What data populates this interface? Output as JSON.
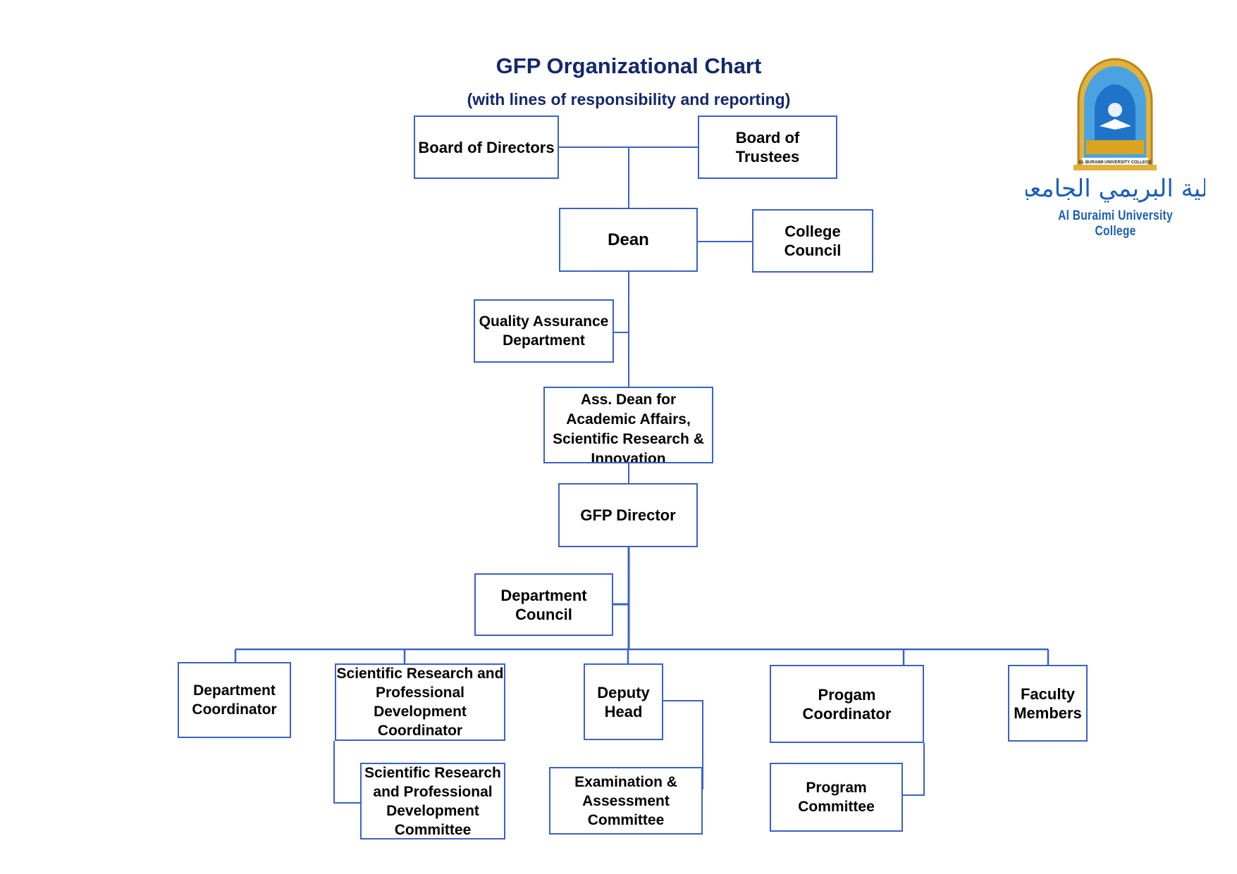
{
  "header": {
    "title": "GFP Organizational Chart",
    "subtitle": "(with lines of responsibility and reporting)"
  },
  "logo": {
    "arabic_name": "كلية البريمي الجامعية",
    "english_name": "Al Buraimi University College",
    "emblem_text": "AL BURAIMI UNIVERSITY COLLEGE"
  },
  "colors": {
    "title": "#13286b",
    "line": "#3a62c4",
    "logo_blue": "#1a5fb4",
    "logo_gold": "#d9a520"
  },
  "nodes": {
    "board_directors": "Board of Directors",
    "board_trustees": "Board of Trustees",
    "dean": "Dean",
    "college_council": "College Council",
    "quality_assurance": "Quality Assurance Department",
    "ass_dean": "Ass. Dean for Academic Affairs, Scientific Research & Innovation",
    "gfp_director": "GFP Director",
    "department_council": "Department Council",
    "department_coordinator": "Department Coordinator",
    "sr_pd_coordinator": "Scientific Research and Professional Development Coordinator",
    "deputy_head": "Deputy Head",
    "program_coordinator": "Progam Coordinator",
    "faculty_members": "Faculty Members",
    "sr_pd_committee": "Scientific Research and Professional Development Committee",
    "exam_committee": "Examination & Assessment Committee",
    "program_committee": "Program Committee"
  }
}
